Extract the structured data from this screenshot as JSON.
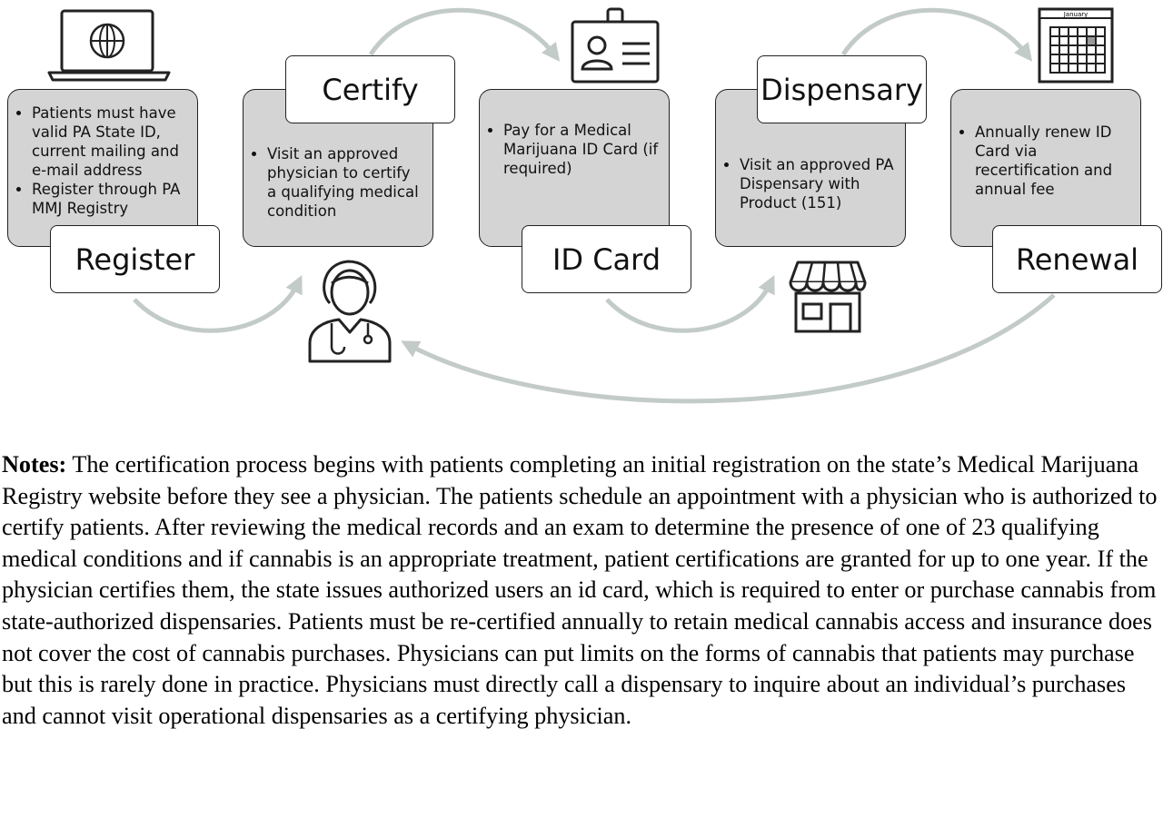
{
  "steps": [
    {
      "label": "Register",
      "bullets": [
        "Patients must have valid PA State ID, current mailing and e-mail address",
        "Register through PA MMJ Registry"
      ]
    },
    {
      "label": "Certify",
      "bullets": [
        "Visit an approved physician to certify a qualifying medical condition"
      ]
    },
    {
      "label": "ID Card",
      "bullets": [
        "Pay for a Medical Marijuana ID Card (if required)"
      ]
    },
    {
      "label": "Dispensary",
      "bullets": [
        "Visit an approved PA Dispensary with Product (151)"
      ]
    },
    {
      "label": "Renewal",
      "bullets": [
        "Annually renew ID Card via recertification and annual fee"
      ]
    }
  ],
  "icons": {
    "register": "laptop-globe-icon",
    "certify": "physician-icon",
    "id_card": "id-badge-icon",
    "dispensary": "storefront-icon",
    "renewal": "calendar-icon",
    "calendar_month": "January"
  },
  "notes": {
    "label": "Notes:",
    "text": " The certification process begins with patients completing an initial registration on the state’s Medical Marijuana Registry website before they see a physician. The patients schedule an appointment with a physician who is authorized to certify patients. After reviewing the medical records and an exam to determine the presence of one of 23 qualifying medical conditions and if cannabis is an appropriate treatment, patient certifications are granted for up to one year. If the physician certifies them, the state issues authorized users an id card, which is required to enter or purchase cannabis from state-authorized dispensaries. Patients must be re-certified annually to retain medical cannabis access and insurance does not cover the cost of cannabis purchases. Physicians can put limits on the forms of cannabis that patients may purchase but this is rarely done in practice. Physicians must directly call a dispensary to inquire about an individual’s purchases and cannot visit operational dispensaries as a certifying physician."
  },
  "colors": {
    "box_fill": "#d4d4d4",
    "arrow": "#c3cbc8",
    "stroke": "#222222"
  }
}
